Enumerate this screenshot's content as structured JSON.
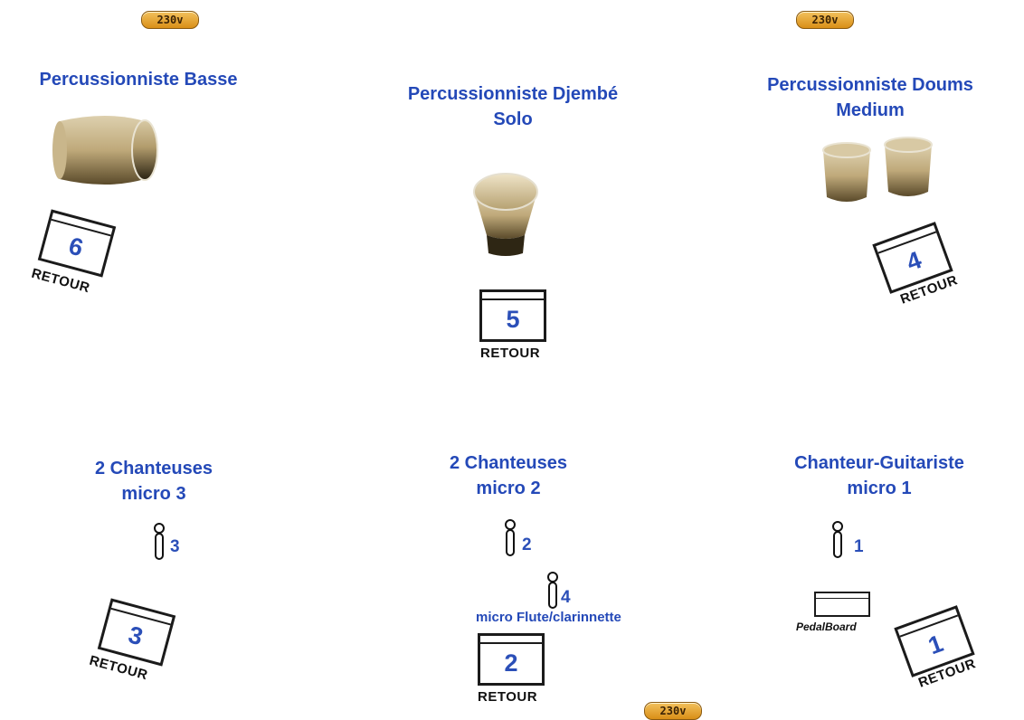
{
  "plugs": [
    "230v",
    "230v",
    "230v"
  ],
  "stations": {
    "basse": {
      "title": "Percussionniste Basse",
      "monitor_number": "6",
      "retour": "RETOUR"
    },
    "djembe": {
      "title_line1": "Percussionniste Djembé",
      "title_line2": "Solo",
      "monitor_number": "5",
      "retour": "RETOUR"
    },
    "doums": {
      "title_line1": "Percussionniste Doums",
      "title_line2": "Medium",
      "monitor_number": "4",
      "retour": "RETOUR"
    },
    "chanteuses3": {
      "title_line1": "2 Chanteuses",
      "title_line2": "micro 3",
      "mic_number": "3",
      "monitor_number": "3",
      "retour": "RETOUR"
    },
    "chanteuses2": {
      "title_line1": "2 Chanteuses",
      "title_line2": "micro 2",
      "mic_number": "2",
      "mic4_number": "4",
      "mic4_label": "micro Flute/clarinnette",
      "monitor_number": "2",
      "retour": "RETOUR"
    },
    "chanteur1": {
      "title_line1": "Chanteur-Guitariste",
      "title_line2": "micro 1",
      "mic_number": "1",
      "pedalboard": "PedalBoard",
      "monitor_number": "1",
      "retour": "RETOUR"
    }
  },
  "colors": {
    "label_blue": "#2449b8",
    "drum_tan": "#b9a57c",
    "plug_orange": "#e9a83a"
  }
}
